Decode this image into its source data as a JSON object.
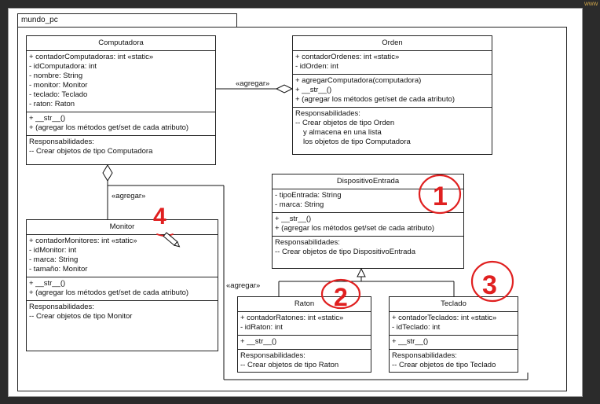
{
  "package": {
    "name": "mundo_pc"
  },
  "corner_text": "www",
  "stereotype_agregar": "«agregar»",
  "classes": {
    "computadora": {
      "name": "Computadora",
      "attributes": [
        "+ contadorComputadoras: int «static»",
        "- idComputadora: int",
        "- nombre: String",
        "- monitor: Monitor",
        "- teclado: Teclado",
        "- raton: Raton"
      ],
      "methods": [
        "+ __str__()",
        "+ (agregar los métodos get/set de cada atributo)"
      ],
      "responsibilities": [
        "Responsabilidades:",
        "-- Crear objetos de tipo Computadora"
      ]
    },
    "orden": {
      "name": "Orden",
      "attributes": [
        "+ contadorOrdenes: int «static»",
        "- idOrden: int"
      ],
      "methods": [
        "+ agregarComputadora(computadora)",
        "+ __str__()",
        "+ (agregar los métodos get/set de cada atributo)"
      ],
      "responsibilities": [
        "Responsabilidades:",
        "-- Crear objetos de tipo Orden",
        "y almacena en una lista",
        "los objetos de tipo Computadora"
      ]
    },
    "dispositivo": {
      "name": "DispositivoEntrada",
      "attributes": [
        "- tipoEntrada: String",
        "- marca: String"
      ],
      "methods": [
        "+ __str__()",
        "+ (agregar los métodos get/set de cada atributo)"
      ],
      "responsibilities": [
        "Responsabilidades:",
        "-- Crear objetos de tipo DispositivoEntrada"
      ]
    },
    "monitor": {
      "name": "Monitor",
      "attributes": [
        "+ contadorMonitores: int «static»",
        "- idMonitor: int",
        "- marca: String",
        "- tamaño: Monitor"
      ],
      "methods": [
        "+ __str__()",
        "+ (agregar los métodos get/set de cada atributo)"
      ],
      "responsibilities": [
        "Responsabilidades:",
        "-- Crear objetos de tipo Monitor"
      ]
    },
    "raton": {
      "name": "Raton",
      "attributes": [
        "+ contadorRatones: int «static»",
        "- idRaton: int"
      ],
      "methods": [
        "+ __str__()"
      ],
      "responsibilities": [
        "Responsabilidades:",
        "-- Crear objetos de tipo Raton"
      ]
    },
    "teclado": {
      "name": "Teclado",
      "attributes": [
        "+ contadorTeclados: int «static»",
        "- idTeclado: int"
      ],
      "methods": [
        "+ __str__()"
      ],
      "responsibilities": [
        "Responsabilidades:",
        "-- Crear objetos de tipo Teclado"
      ]
    }
  },
  "annotations": {
    "color": "#e02020",
    "numbers": [
      "1",
      "2",
      "3",
      "4"
    ]
  },
  "colors": {
    "frame_bg": "#2b2b2b",
    "canvas": "#ffffff",
    "ink": "#111111"
  }
}
